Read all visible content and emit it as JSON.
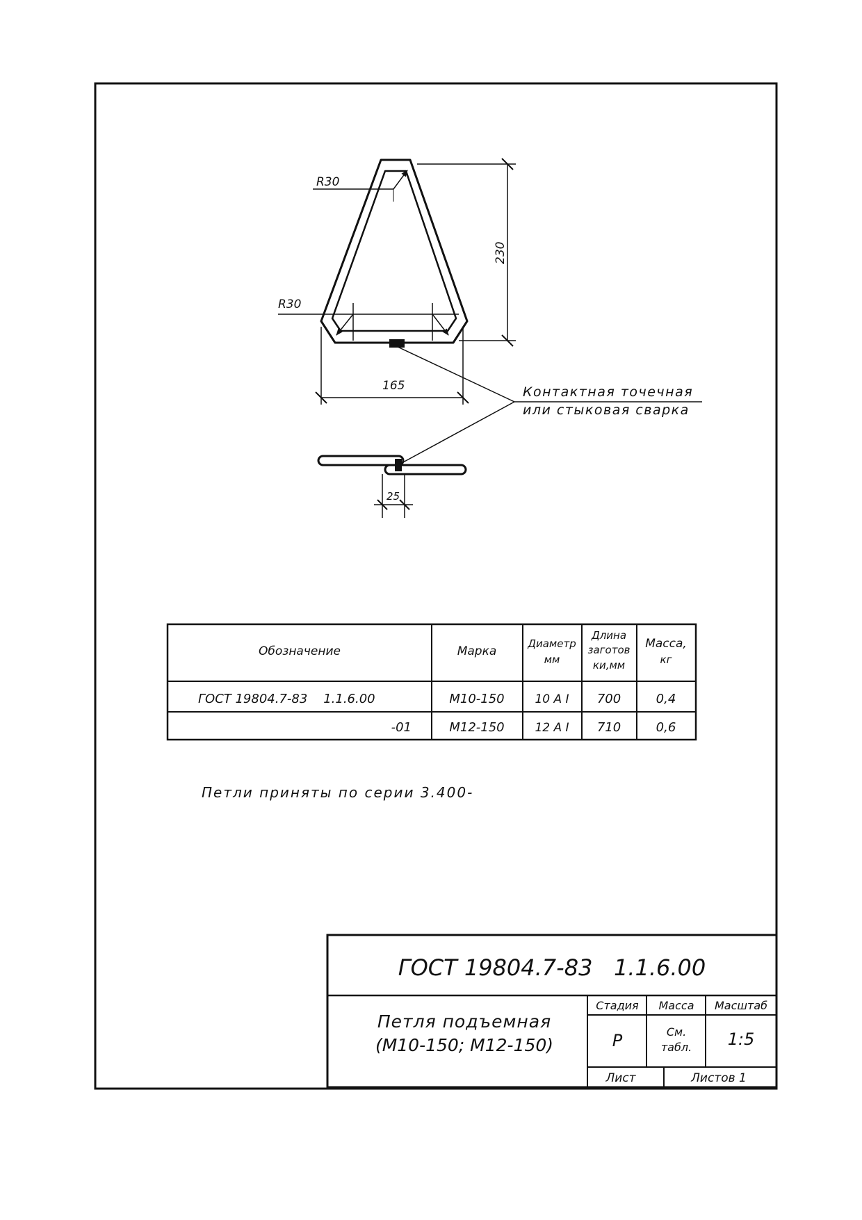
{
  "drawing": {
    "dim_radius_top": "R30",
    "dim_radius_bottom": "R30",
    "dim_height": "230",
    "dim_width": "165",
    "dim_side": "25",
    "weld_note_line1": "Контактная точечная",
    "weld_note_line2": "или стыковая сварка"
  },
  "spec_table": {
    "headers": {
      "designation": "Обозначение",
      "grade": "Марка",
      "diameter_line1": "Диаметр",
      "diameter_line2": "мм",
      "length_line1": "Длина",
      "length_line2": "заготов",
      "length_line3": "ки,мм",
      "mass_line1": "Масса,",
      "mass_line2": "кг"
    },
    "rows": [
      {
        "designation": "ГОСТ 19804.7-83    1.1.6.00",
        "grade": "М10-150",
        "diameter": "10 А I",
        "length": "700",
        "mass": "0,4"
      },
      {
        "designation": "-01",
        "grade": "М12-150",
        "diameter": "12 А I",
        "length": "710",
        "mass": "0,6"
      }
    ]
  },
  "note": "Петли приняты по серии 3.400-",
  "title_block": {
    "doc_code": "ГОСТ 19804.7-83   1.1.6.00",
    "name_line1": "Петля подъемная",
    "name_line2": "(М10-150; М12-150)",
    "stage_label": "Стадия",
    "mass_label": "Масса",
    "scale_label": "Масштаб",
    "stage_value": "Р",
    "mass_value_line1": "См.",
    "mass_value_line2": "табл.",
    "scale_value": "1:5",
    "sheet_label": "Лист",
    "sheets_label": "Листов 1"
  }
}
